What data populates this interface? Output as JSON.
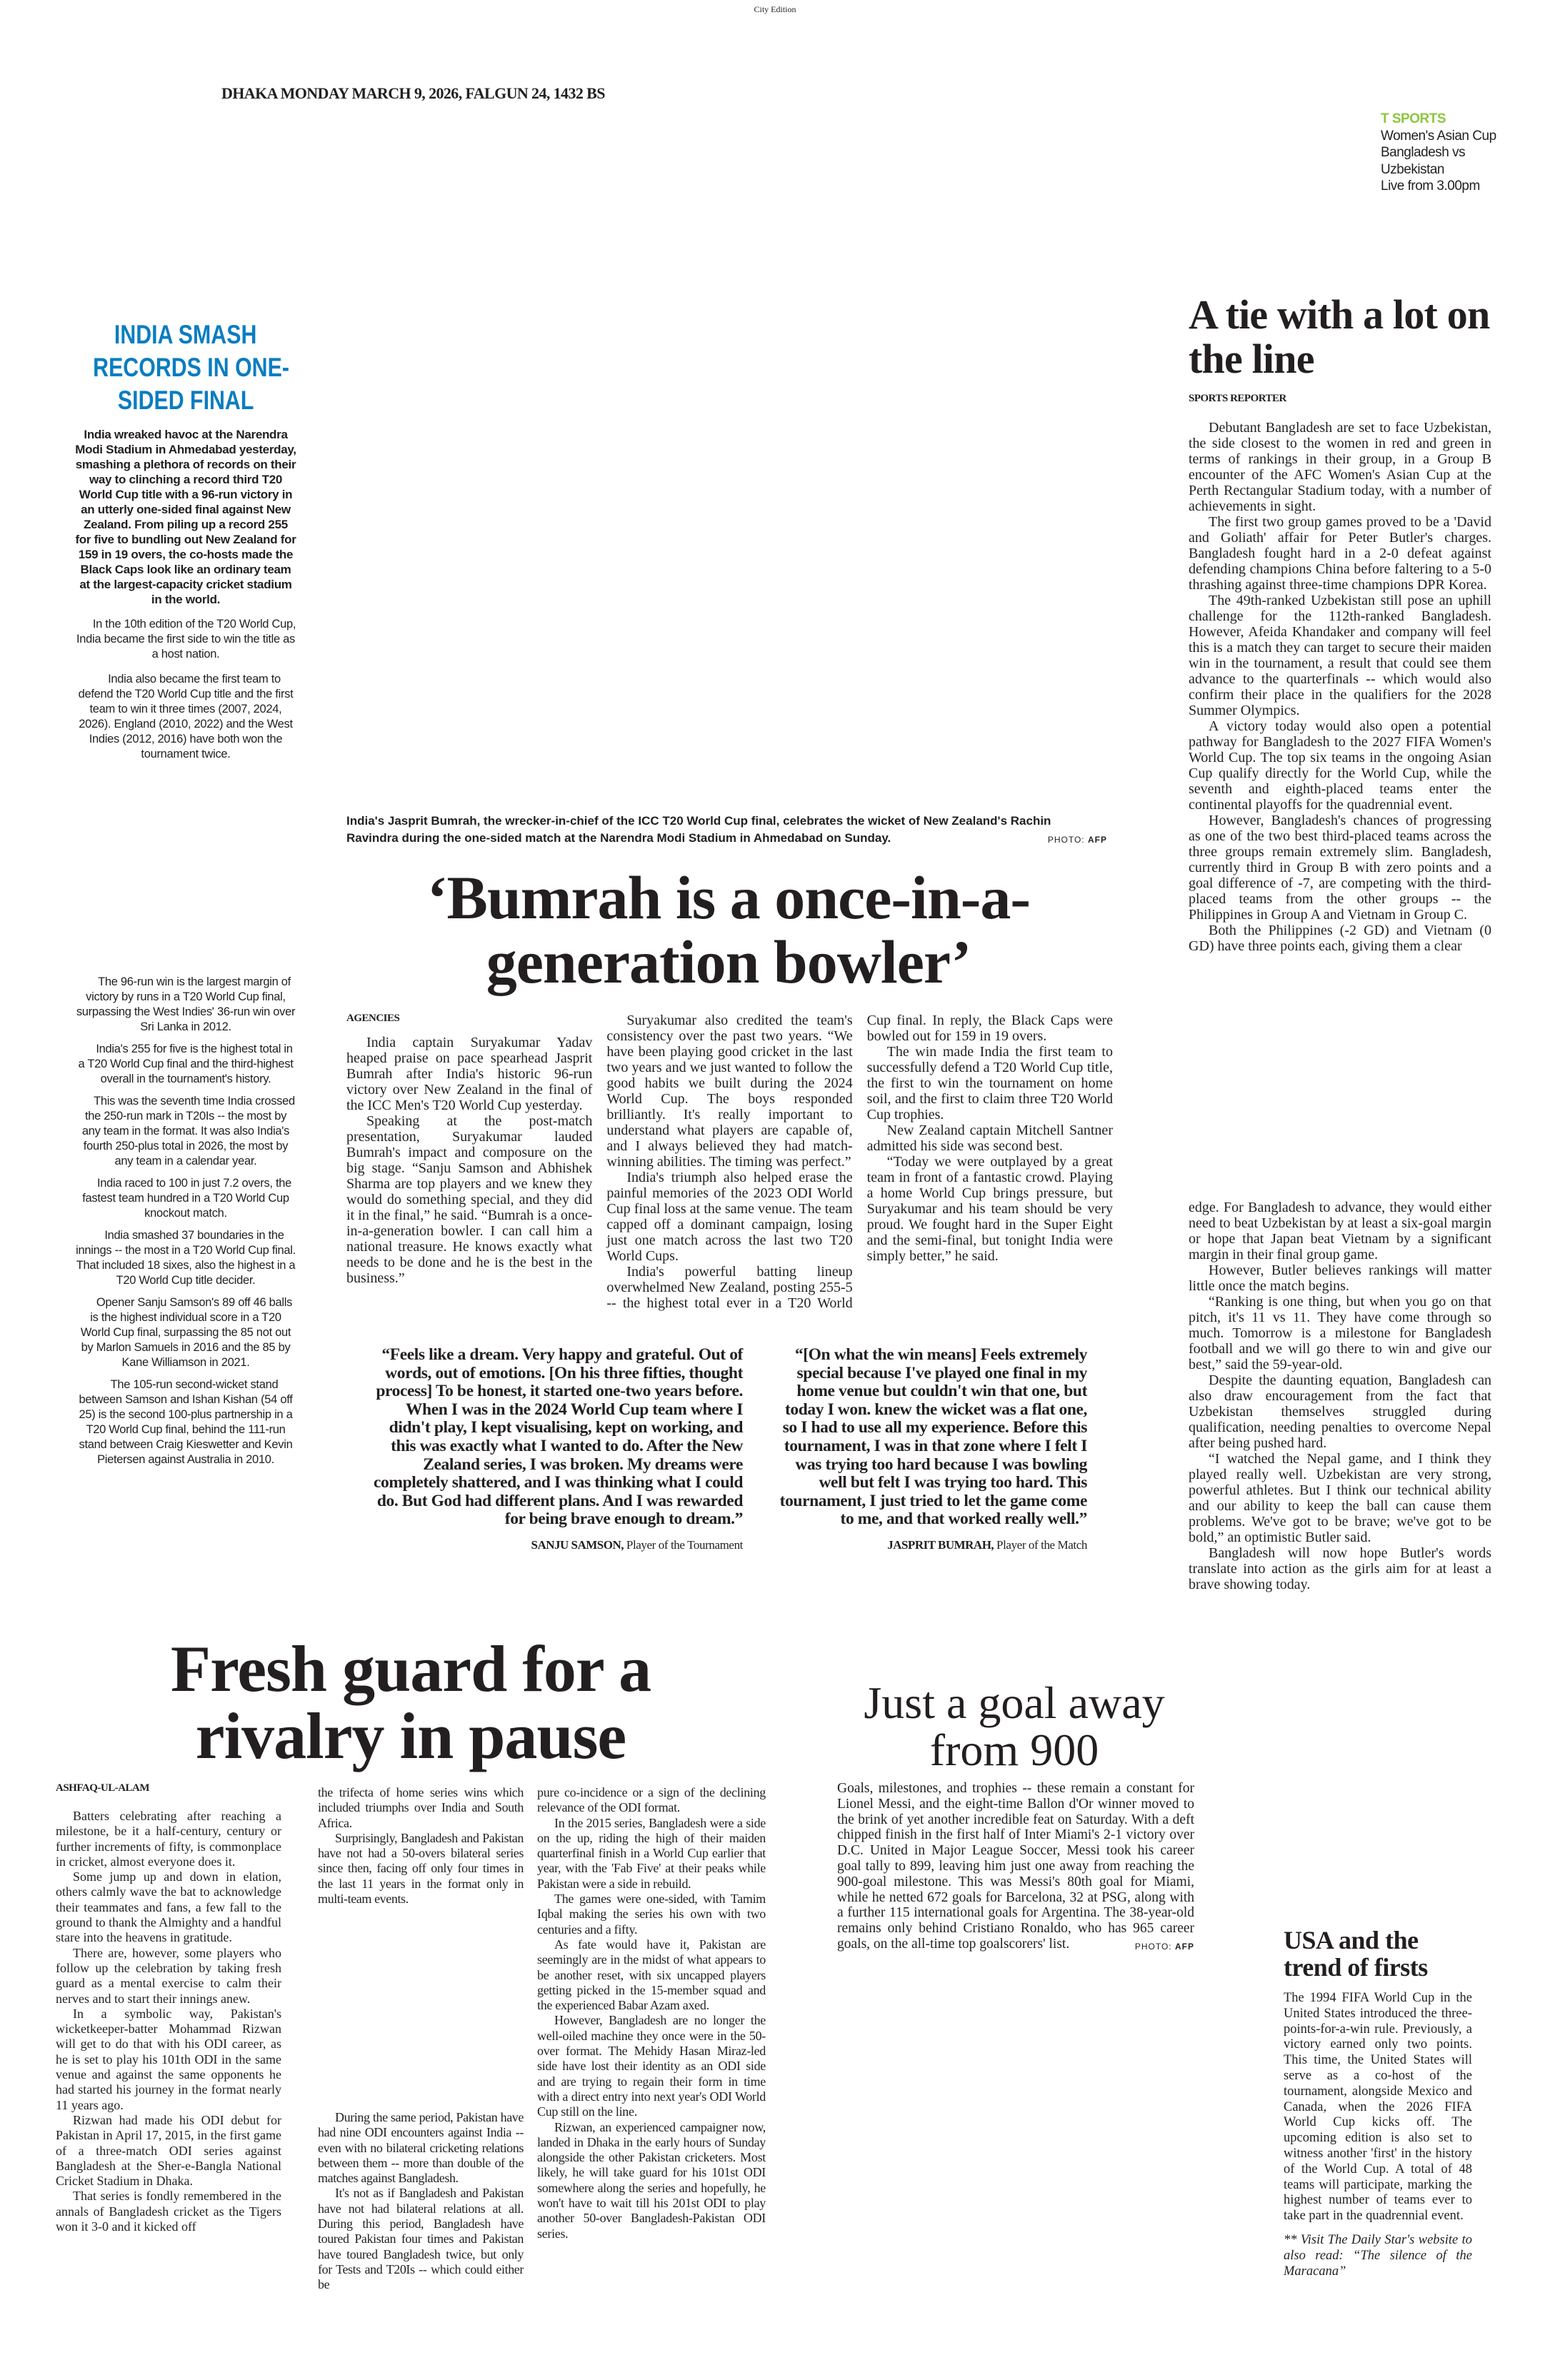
{
  "masthead": {
    "edition": "City Edition",
    "dateline": "DHAKA MONDAY MARCH 9, 2026, FALGUN 24, 1432 BS"
  },
  "tv_listing": {
    "channel": "T SPORTS",
    "lines": [
      "Women's Asian Cup",
      "Bangladesh vs",
      "Uzbekistan",
      "Live from 3.00pm"
    ]
  },
  "colors": {
    "sidebar_headline": "#0b7dc1",
    "tv_brand": "#8cc63e",
    "text": "#231f20"
  },
  "sidebar": {
    "headline_lines": [
      "INDIA SMASH",
      "RECORDS IN ONE-",
      "SIDED FINAL"
    ],
    "intro": [
      "India wreaked havoc at the Narendra Modi Stadium in Ahmedabad yesterday, smashing a plethora of records on their way to clinching a record third T20 World Cup title with a 96-run victory in an utterly one-sided final against New Zealand. From piling up a record 255 for five to bundling out New Zealand for 159 in 19 overs, the co-hosts made the Black Caps look like an ordinary team at the largest-capacity cricket stadium in the world.",
      "In the 10th edition of the T20 World Cup, India became the first side to win the title as a host nation.",
      "India also became the first team to defend the T20 World Cup title and the first team to win it three times (2007, 2024, 2026). England (2010, 2022) and the West Indies (2012, 2016) have both won the tournament twice."
    ],
    "facts": [
      "The 96-run win is the largest margin of victory by runs in a T20 World Cup final, surpassing the West Indies' 36-run win over Sri Lanka in 2012.",
      "India's 255 for five is the highest total in a T20 World Cup final and the third-highest overall in the tournament's history.",
      "This was the seventh time India crossed the 250-run mark in T20Is -- the most by any team in the format. It was also India's fourth 250-plus total in 2026, the most by any team in a calendar year.",
      "India raced to 100 in just 7.2 overs, the fastest team hundred in a T20 World Cup knockout match.",
      "India smashed 37 boundaries in the innings -- the most in a T20 World Cup final. That included 18 sixes, also the highest in a T20 World Cup title decider.",
      "Opener Sanju Samson's 89 off 46 balls is the highest individual score in a T20 World Cup final, surpassing the 85 not out by Marlon Samuels in 2016 and the 85 by Kane Williamson in 2021.",
      "The 105-run second-wicket stand between Samson and Ishan Kishan (54 off 25) is the second 100-plus partnership in a T20 World Cup final, behind the 111-run stand between Craig Kieswetter and Kevin Pietersen against Australia in 2010."
    ]
  },
  "lead_story": {
    "caption": "India's Jasprit Bumrah, the wrecker-in-chief of the ICC T20 World Cup final, celebrates the wicket of New Zealand's Rachin Ravindra during the one-sided match at the Narendra Modi Stadium in Ahmedabad on Sunday.",
    "photo_credit_label": "PHOTO:",
    "photo_credit_source": "AFP",
    "headline_lines": [
      "‘Bumrah is a once-in-a-",
      "generation bowler’"
    ],
    "byline": "AGENCIES",
    "paragraphs": [
      "India captain Suryakumar Yadav heaped praise on pace spearhead Jasprit Bumrah after India's historic 96-run victory over New Zealand in the final of the ICC Men's T20 World Cup yesterday.",
      "Speaking at the post-match presentation, Suryakumar lauded Bumrah's impact and composure on the big stage. “Sanju Samson and Abhishek Sharma are top players and we knew they would do something special, and they did it in the final,” he said. “Bumrah is a once-in-a-generation bowler. I can call him a national treasure. He knows exactly what needs to be done and he is the best in the business.”",
      "Suryakumar also credited the team's consistency over the past two years. “We have been playing good cricket in the last two years and we just wanted to follow the good habits we built during the 2024 World Cup. The boys responded brilliantly. It's really important to understand what players are capable of, and I always believed they had match-winning abilities. The timing was perfect.”",
      "India's triumph also helped erase the painful memories of the 2023 ODI World Cup final loss at the same venue. The team capped off a dominant campaign, losing just one match across the last two T20 World Cups.",
      "India's powerful batting lineup overwhelmed New Zealand, posting 255-5 -- the highest total ever in a T20 World Cup final. In reply, the Black Caps were bowled out for 159 in 19 overs.",
      "The win made India the first team to successfully defend a T20 World Cup title, the first to win the tournament on home soil, and the first to claim three T20 World Cup trophies.",
      "New Zealand captain Mitchell Santner admitted his side was second best.",
      "“Today we were outplayed by a great team in front of a fantastic crowd. Playing a home World Cup brings pressure, but Suryakumar and his team should be very proud. We fought hard in the Super Eight and the semi-final, but tonight India were simply better,” he said."
    ],
    "quotes": [
      {
        "text": "“Feels like a dream. Very happy and grateful. Out of words, out of emotions. [On his three fifties, thought process] To be honest, it started one-two years before. When I was in the 2024 World Cup team where I didn't play, I kept visualising, kept on working, and this was exactly what I wanted to do. After the New Zealand series, I was broken. My dreams were completely shattered, and I was thinking what I could do. But God had different plans. And I was rewarded for being brave enough to dream.”",
        "name": "SANJU SAMSON,",
        "role": "Player of the Tournament"
      },
      {
        "text": "“[On what the win means] Feels extremely special because I've played one final in my home venue but couldn't win that one, but today I won. knew the wicket was a flat one, so I had to use all my experience. Before this tournament, I was in that zone where I felt I was trying too hard because I was bowling well but felt I was trying too hard. This tournament, I just tried to let the game come to me, and that worked really well.”",
        "name": "JASPRIT BUMRAH,",
        "role": "Player of the Match"
      }
    ]
  },
  "tie_story": {
    "headline": "A tie with a lot on the line",
    "byline": "SPORTS REPORTER",
    "part1": [
      "Debutant Bangladesh are set to face Uzbekistan, the side closest to the women in red and green in terms of rankings in their group, in a Group B encounter of the AFC Women's Asian Cup at the Perth Rectangular Stadium today, with a number of achievements in sight.",
      "The first two group games proved to be a 'David and Goliath' affair for Peter Butler's charges. Bangladesh fought hard in a 2-0 defeat against defending champions China before faltering to a 5-0 thrashing against three-time champions DPR Korea.",
      "The 49th-ranked Uzbekistan still pose an uphill challenge for the 112th-ranked Bangladesh. However, Afeida Khandaker and company will feel this is a match they can target to secure their maiden win in the tournament, a result that could see them advance to the quarterfinals -- which would also confirm their place in the qualifiers for the 2028 Summer Olympics.",
      "A victory today would also open a potential pathway for Bangladesh to the 2027 FIFA Women's World Cup. The top six teams in the ongoing Asian Cup qualify directly for the World Cup, while the seventh and eighth-placed teams enter the continental playoffs for the quadrennial event.",
      "However, Bangladesh's chances of progressing as one of the two best third-placed teams across the three groups remain extremely slim. Bangladesh, currently third in Group B with zero points and a goal difference of -7, are competing with the third-placed teams from the other groups -- the Philippines in Group A and Vietnam in Group C.",
      "Both the Philippines (-2 GD) and Vietnam (0 GD) have three points each, giving them a clear"
    ],
    "part2": [
      "edge. For Bangladesh to advance, they would either need to beat Uzbekistan by at least a six-goal margin or hope that Japan beat Vietnam by a significant margin in their final group game.",
      "However, Butler believes rankings will matter little once the match begins.",
      "“Ranking is one thing, but when you go on that pitch, it's 11 vs 11. They have come through so much. Tomorrow is a milestone for Bangladesh football and we will go there to win and give our best,” said the 59-year-old.",
      "Despite the daunting equation, Bangladesh can also draw encouragement from the fact that Uzbekistan themselves struggled during qualification, needing penalties to overcome Nepal after being pushed hard.",
      "“I watched the Nepal game, and I think they played really well. Uzbekistan are very strong, powerful athletes. But I think our technical ability and our ability to keep the ball can cause them problems. We've got to be brave; we've got to be bold,” an optimistic Butler said.",
      "Bangladesh will now hope Butler's words translate into action as the girls aim for at least a brave showing today."
    ]
  },
  "fresh_guard": {
    "headline_lines": [
      "Fresh guard for a",
      "rivalry in pause"
    ],
    "byline": "ASHFAQ-UL-ALAM",
    "col1": [
      "Batters celebrating after reaching a milestone, be it a half-century, century or further increments of fifty, is commonplace in cricket, almost everyone does it.",
      "Some jump up and down in elation, others calmly wave the bat to acknowledge their teammates and fans, a few fall to the ground to thank the Almighty and a handful stare into the heavens in gratitude.",
      "There are, however, some players who follow up the celebration by taking fresh guard as a mental exercise to calm their nerves and to start their innings anew.",
      "In a symbolic way, Pakistan's wicketkeeper-batter Mohammad Rizwan will get to do that with his ODI career, as he is set to play his 101th ODI in the same venue and against the same opponents he had started his journey in the format nearly 11 years ago.",
      "Rizwan had made his ODI debut for Pakistan in April 17, 2015, in the first game of a three-match ODI series against Bangladesh at the Sher-e-Bangla National Cricket Stadium in Dhaka.",
      "That series is fondly remembered in the annals of Bangladesh cricket as the Tigers won it 3-0 and it kicked off"
    ],
    "col2_top": [
      "the trifecta of home series wins which included triumphs over India and South Africa.",
      "Surprisingly, Bangladesh and Pakistan have not had a 50-overs bilateral series since then, facing off only four times in the last 11 years in the format only in multi-team events."
    ],
    "col2_bottom": [
      "During the same period, Pakistan have had nine ODI encounters against India -- even with no bilateral cricketing relations between them -- more than double of the matches against Bangladesh.",
      "It's not as if Bangladesh and Pakistan have not had bilateral relations at all. During this period, Bangladesh have toured Pakistan four times and Pakistan have toured Bangladesh twice, but only for Tests and T20Is -- which could either be"
    ],
    "col3": [
      "pure co-incidence or a sign of the declining relevance of the ODI format.",
      "In the 2015 series, Bangladesh were a side on the up, riding the high of their maiden quarterfinal finish in a World Cup earlier that year, with the 'Fab Five' at their peaks while Pakistan were a side in rebuild.",
      "The games were one-sided, with Tamim Iqbal making the series his own with two centuries and a fifty.",
      "As fate would have it, Pakistan are seemingly are in the midst of what appears to be another reset, with six uncapped players getting picked in the 15-member squad and the experienced Babar Azam axed.",
      "However, Bangladesh are no longer the well-oiled machine they once were in the 50-over format. The Mehidy Hasan Miraz-led side have lost their identity as an ODI side and are trying to regain their form in time with a direct entry into next year's ODI World Cup still on the line.",
      "Rizwan, an experienced campaigner now, landed in Dhaka in the early hours of Sunday alongside the other Pakistan cricketers. Most likely, he will take guard for his 101st ODI somewhere along the series and hopefully, he won't have to wait till his 201st ODI to play another 50-over Bangladesh-Pakistan ODI series."
    ]
  },
  "messi_story": {
    "headline_lines": [
      "Just a goal away",
      "from 900"
    ],
    "body": "Goals, milestones, and trophies -- these remain a constant for Lionel Messi, and the eight-time Ballon d'Or winner moved to the brink of yet another incredible feat on Saturday. With a deft chipped finish in the first half of Inter Miami's 2-1 victory over D.C. United in Major League Soccer, Messi took his career goal tally to 899, leaving him just one away from reaching the 900-goal milestone. This was Messi's 80th goal for Miami, while he netted 672 goals for Barcelona, 32 at PSG, along with a further 115 international goals for Argentina. The 38-year-old remains only behind Cristiano Ronaldo, who has 965 career goals, on the all-time top goalscorers' list.",
    "photo_credit_label": "PHOTO:",
    "photo_credit_source": "AFP"
  },
  "usa_story": {
    "headline_lines": [
      "USA and the",
      "trend of firsts"
    ],
    "body": "The 1994 FIFA World Cup in the United States introduced the three-points-for-a-win rule. Previously, a victory earned only two points. This time, the United States will serve as a co-host of the tournament, alongside Mexico and Canada, when the 2026 FIFA World Cup kicks off. The upcoming edition is also set to witness another 'first' in the history of the World Cup. A total of 48 teams will participate, marking the highest number of teams ever to take part in the quadrennial event.",
    "note": "** Visit The Daily Star's website to also read: “The silence of the Maracana”"
  }
}
